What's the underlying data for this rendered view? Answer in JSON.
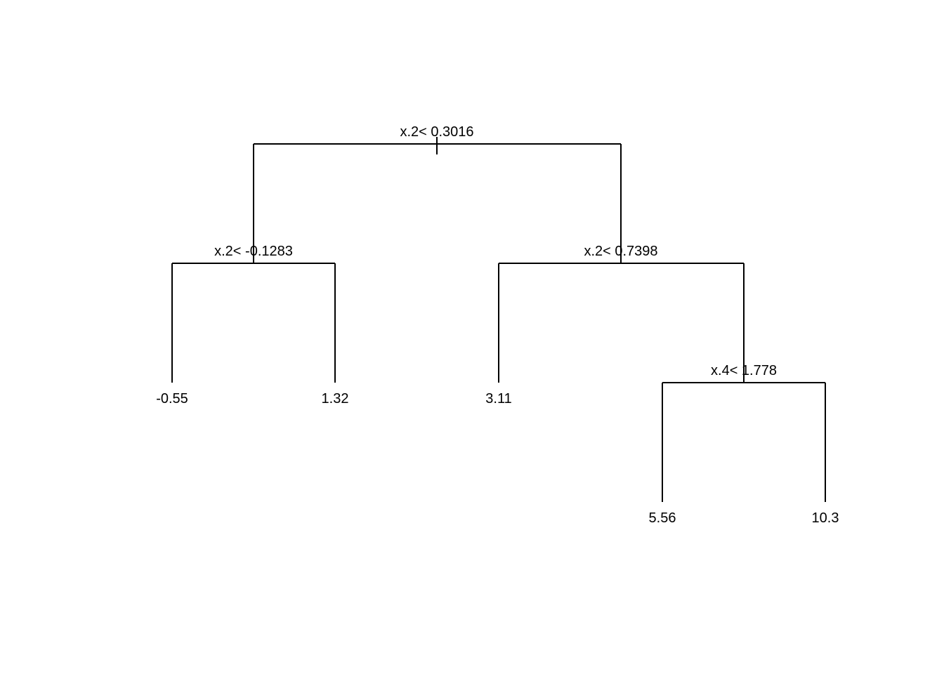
{
  "tree": {
    "splits": {
      "root": "x.2< 0.3016",
      "left": "x.2< -0.1283",
      "right": "x.2< 0.7398",
      "right_right": "x.4< 1.778"
    },
    "leaves": {
      "left_left": "-0.55",
      "left_right": "1.32",
      "right_left": "3.11",
      "right_right_left": "5.56",
      "right_right_right": "10.3"
    }
  }
}
